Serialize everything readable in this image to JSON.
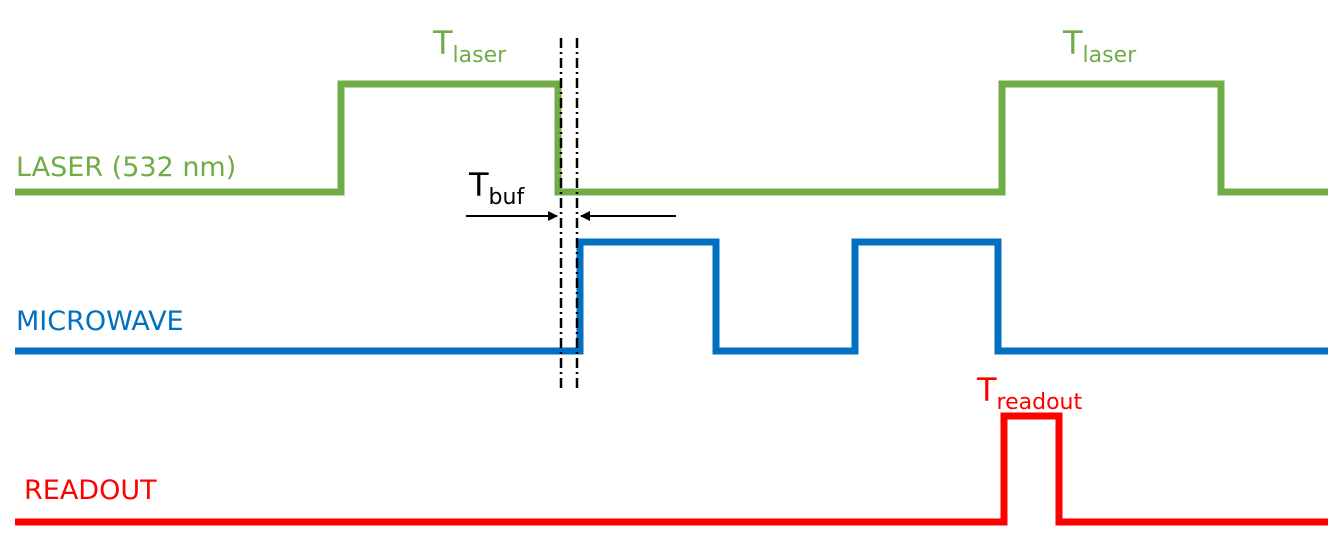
{
  "colors": {
    "laser": "#70ad47",
    "microwave": "#0070c0",
    "readout": "#ff0000",
    "annotation": "#000000"
  },
  "signals": {
    "laser": {
      "label": "LASER (532 nm)"
    },
    "microwave": {
      "label": "MICROWAVE"
    },
    "readout": {
      "label": "READOUT"
    }
  },
  "annotations": {
    "t_laser": {
      "main": "T",
      "sub": "laser"
    },
    "t_buf": {
      "main": "T",
      "sub": "buf"
    },
    "t_readout": {
      "main": "T",
      "sub": "readout"
    }
  }
}
